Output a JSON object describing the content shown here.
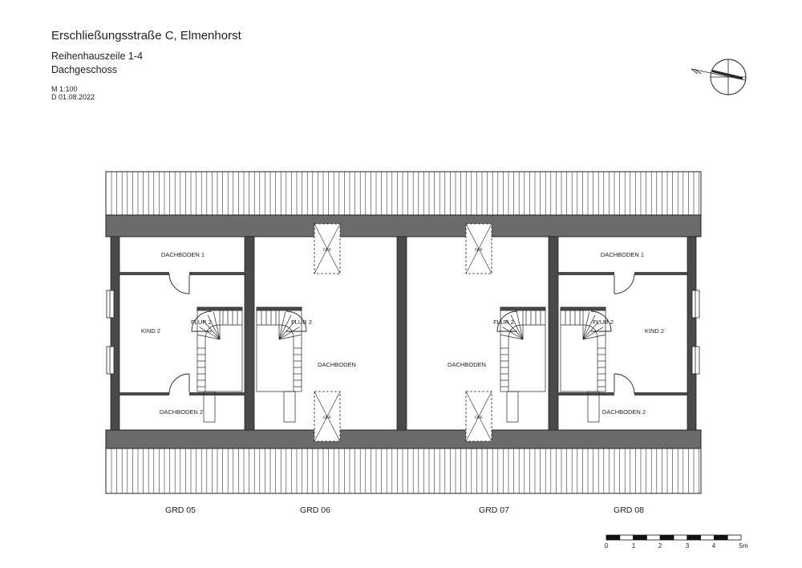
{
  "title": "Erschließungsstraße C, Elmenhorst",
  "subtitle": "Reihenhauszeile 1-4",
  "floor": "Dachgeschoss",
  "scale": "M 1:100",
  "date": "D 01.08.2022",
  "rooms": {
    "dachboden_1": "DACHBODEN 1",
    "dachboden_2": "DACHBODEN 2",
    "kind_2": "KIND 2",
    "flur_2": "FLUR 2",
    "dachboden": "DACHBODEN",
    "skylight": "OFF"
  },
  "lots": [
    "GRD 05",
    "GRD 06",
    "GRD 07",
    "GRD 08"
  ],
  "scalebar": {
    "labels": [
      "0",
      "1",
      "2",
      "3",
      "4",
      "5m"
    ]
  },
  "icons": {
    "north_arrow": "north-arrow-icon"
  }
}
